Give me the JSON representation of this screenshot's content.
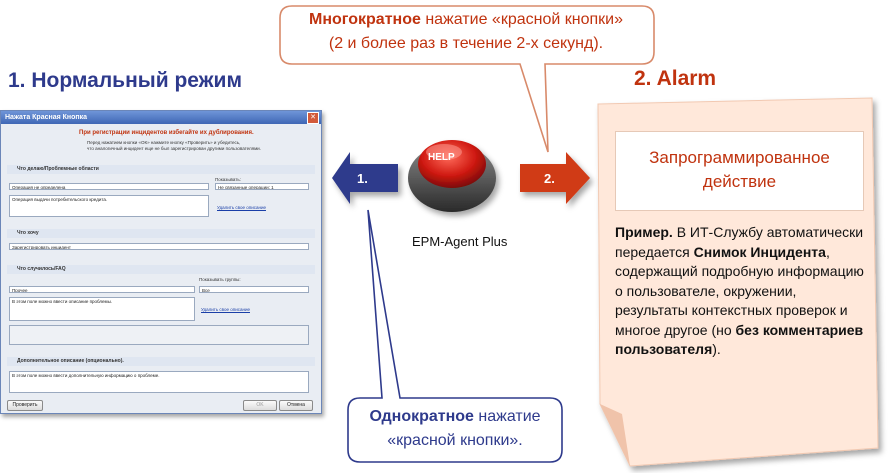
{
  "headings": {
    "normal": "1. Нормальный режим",
    "alarm": "2. Alarm"
  },
  "callout_top": {
    "bold": "Многократное",
    "line1_rest": " нажатие «красной кнопки»",
    "line2": "(2 и более раз в течение  2-х секунд)."
  },
  "callout_bottom": {
    "bold": "Однократное",
    "line1_rest": " нажатие",
    "line2": "«красной кнопки»."
  },
  "arrows": {
    "left_label": "1.",
    "right_label": "2."
  },
  "button": {
    "caption": "EPM-Agent Plus",
    "cap_text": "HELP"
  },
  "action_box": {
    "title": "Запрограммированное действие"
  },
  "panel": {
    "bold1": "Пример.",
    "text1": " В ИТ-Службу автоматически передается ",
    "bold2": "Снимок Инцидента",
    "text2": ", содержащий подробную информацию о пользователе, окружении, результаты контекстных проверок и многое другое (но ",
    "bold3": "без комментариев пользователя",
    "text3": ")."
  },
  "window": {
    "title": "Нажата Красная Кнопка",
    "warning_title": "При регистрации инцидентов избегайте их дублирования.",
    "warning_text1": "Перед нажатием кнопки «ОК» нажмите кнопку «Проверить» и убедитесь,",
    "warning_text2": "что аналогичный инцидент еще не был зарегистрирован другими пользователями.",
    "section1": "Что делаю/Проблемные области",
    "show_label": "Показывать:",
    "combo1": "Операция не определена",
    "combo2": "Не связанные операции: 1",
    "area1": "Операция выдачи потребительского кредита.",
    "link1": "Удалить свое описание",
    "section2": "Что хочу",
    "combo3": "Зарегистрировать инцидент",
    "section3": "Что случилось/FAQ",
    "show_groups_label": "Показывать группы:",
    "combo4": "Прочее",
    "combo5": "Все",
    "area2": "В этом поле можно ввести описание проблемы.",
    "link2": "Удалить свое описание",
    "section4": "Дополнительное описание (опционально).",
    "area3": "В этом поле можно ввести дополнительную информацию о проблеме.",
    "btn_check": "Проверить",
    "btn_ok": "OK",
    "btn_cancel": "Отмена"
  },
  "colors": {
    "navy": "#2e3a8c",
    "red": "#c0330f",
    "panel_bg": "#ffe8da"
  }
}
